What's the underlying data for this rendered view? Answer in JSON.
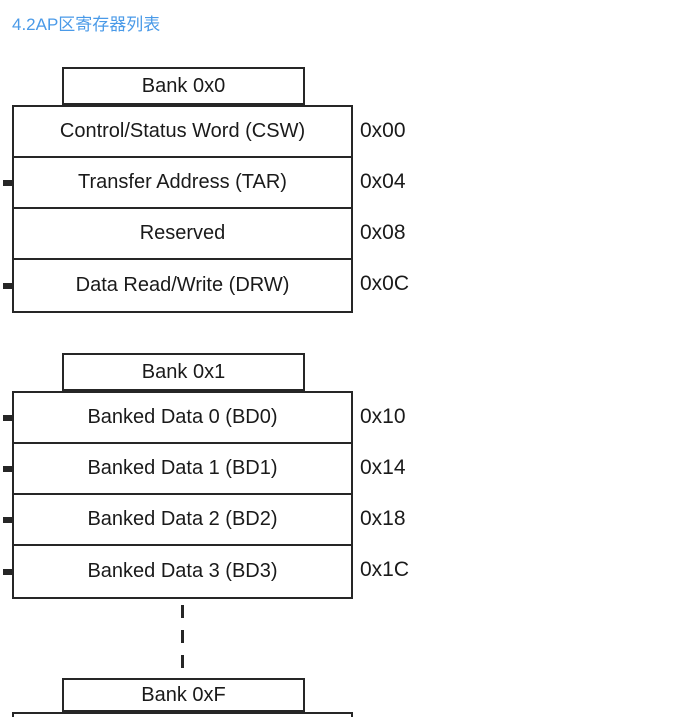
{
  "page": {
    "heading": "4.2AP区寄存器列表",
    "heading_color": "#4a9ae8",
    "background": "#ffffff",
    "line_color": "#262626",
    "text_color": "#1a1a1a"
  },
  "diagram": {
    "type": "register-map",
    "banks": [
      {
        "header": "Bank 0x0",
        "rows": [
          {
            "name": "Control/Status Word (CSW)",
            "offset": "0x00",
            "tick": false
          },
          {
            "name": "Transfer Address (TAR)",
            "offset": "0x04",
            "tick": true
          },
          {
            "name": "Reserved",
            "offset": "0x08",
            "tick": false
          },
          {
            "name": "Data Read/Write (DRW)",
            "offset": "0x0C",
            "tick": true
          }
        ]
      },
      {
        "header": "Bank 0x1",
        "rows": [
          {
            "name": "Banked Data 0 (BD0)",
            "offset": "0x10",
            "tick": true
          },
          {
            "name": "Banked Data 1 (BD1)",
            "offset": "0x14",
            "tick": true
          },
          {
            "name": "Banked Data 2 (BD2)",
            "offset": "0x18",
            "tick": true
          },
          {
            "name": "Banked Data 3 (BD3)",
            "offset": "0x1C",
            "tick": true
          }
        ]
      }
    ],
    "continuation": {
      "style": "vertical-dashed",
      "dash_count": 3
    },
    "last_bank": {
      "header": "Bank 0xF"
    }
  }
}
